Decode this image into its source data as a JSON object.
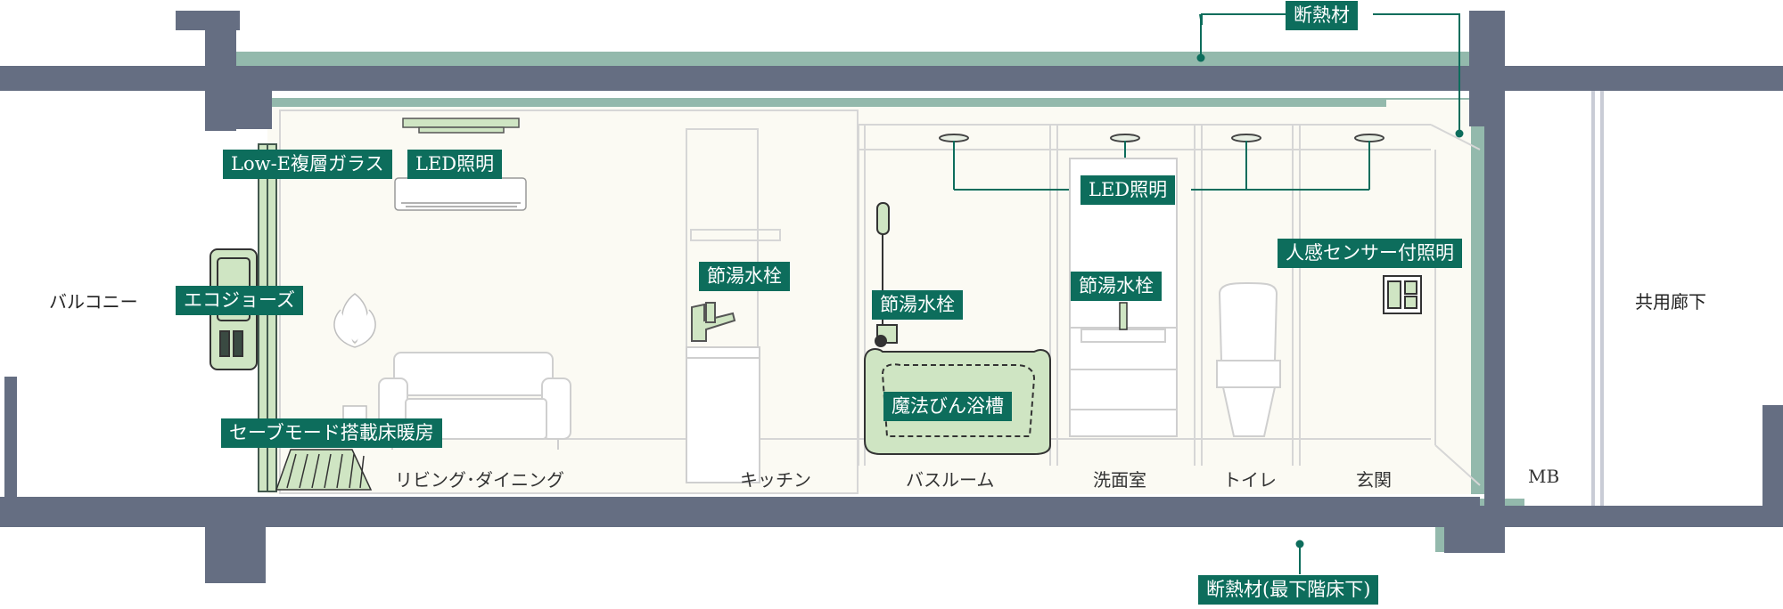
{
  "labels": {
    "insulation_top": "断熱材",
    "low_e_glass": "Low-E複層ガラス",
    "led_living": "LED照明",
    "led_rooms": "LED照明",
    "ecojozu": "エコジョーズ",
    "faucet_kitchen": "節湯水栓",
    "faucet_bath": "節湯水栓",
    "faucet_wash": "節湯水栓",
    "sensor_light": "人感センサー付照明",
    "bathtub": "魔法びん浴槽",
    "floor_heating": "セーブモード搭載床暖房",
    "insulation_bottom": "断熱材(最下階床下)"
  },
  "rooms": {
    "living_dining": "リビング･ダイニング",
    "kitchen": "キッチン",
    "bathroom": "バスルーム",
    "washroom": "洗面室",
    "toilet": "トイレ",
    "entrance": "玄関",
    "mb": "MB"
  },
  "outside": {
    "balcony": "バルコニー",
    "corridor": "共用廊下"
  },
  "colors": {
    "wall": "#656e82",
    "insulation": "#93b9ac",
    "label_bg": "#0d6d5c",
    "interior": "#fbfaf3",
    "fixture_fill": "#cfe5c3"
  }
}
